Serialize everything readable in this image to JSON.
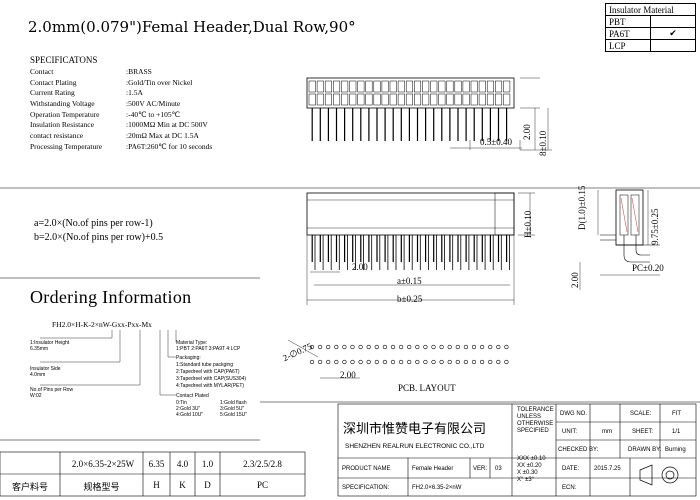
{
  "title": "2.0mm(0.079\")Femal Header,Dual Row,90°",
  "specs": {
    "heading": "SPECIFICATONS",
    "rows": [
      {
        "label": "Contact",
        "value": ":BRASS"
      },
      {
        "label": "Contact Plating",
        "value": ":Gold/Tin over Nickel"
      },
      {
        "label": "Current Rating",
        "value": ":1.5A"
      },
      {
        "label": "Withstanding Voltage",
        "value": ":500V AC/Minute"
      },
      {
        "label": "Operation Temperature",
        "value": ":-40℃ to +105℃"
      },
      {
        "label": "Insulation Resistance",
        "value": ":1000MΩ Min at DC 500V"
      },
      {
        "label": "contact resistance",
        "value": ":20mΩ Max at DC 1.5A"
      },
      {
        "label": "Processing Temperature",
        "value": ":PA6T:260℃ for 10 seconds"
      }
    ]
  },
  "formulas": {
    "a": "a=2.0×(No.of pins per row-1)",
    "b": "b=2.0×(No.of pins per row)+0.5"
  },
  "ordering": {
    "heading": "Ordering Information",
    "code": "FH2.0×H-K-2×nW-Gxx-Pxx-Mx",
    "left_notes": [
      "1:Insulator Height",
      "6.35mm",
      "Insulator Side",
      "4.0mm",
      "No.of Pins per Row",
      "W:02"
    ],
    "material": [
      "Material Type:",
      "1:PBT 2:PA6T 3:PA9T 4:LCP"
    ],
    "packaging": [
      "Packaging:",
      "1:Standard tube packging",
      "2:Tapedreel with CAP(PA6T)",
      "3:Tapedreel with CAP(SUS304)",
      "4:Tapedreel with MYLAR(PET)"
    ],
    "plated_head": "Contact Plated",
    "plated": [
      [
        "0:Tin",
        "1:Gold flash"
      ],
      [
        "2:Gold 3U\"",
        "3:Gold 5U\""
      ],
      [
        "4:Gold 10U\"",
        "5:Gold 15U\""
      ]
    ]
  },
  "insulator": {
    "header": "Insulator Material",
    "rows": [
      "PBT",
      "PA6T",
      "LCP"
    ],
    "check": "✔"
  },
  "dims": {
    "d200a": "2.00",
    "d010": "8±0.10",
    "d540": "0.5±0.40",
    "h010": "H±0.10",
    "d1015": "D(1.0)±0.15",
    "d975": "9.75±0.25",
    "pc": "PC±0.20",
    "d200b": "2.00",
    "d200c": "2.00",
    "a015": "a±0.15",
    "b025": "b±0.25",
    "phi": "2-∅0.75",
    "d200d": "2.00",
    "pcb": "PCB. LAYOUT"
  },
  "part_table": {
    "values": [
      "2.0×6.35-2×25W",
      "6.35",
      "4.0",
      "1.0",
      "2.3/2.5/2.8"
    ],
    "headers": [
      "客户料号",
      "规格型号",
      "H",
      "K",
      "D",
      "PC"
    ]
  },
  "titleblock": {
    "company_cn": "深圳市惟赞电子有限公司",
    "company_en": "SHENZHEN REALRUN ELECTRONIC CO.,LTD",
    "tol_label": [
      "TOLERANCE",
      "UNLESS",
      "OTHERWISE",
      "SPECIFIED"
    ],
    "tolerances": [
      "XXX ±0.10",
      "XX  ±0.20",
      "X   ±0.30",
      "X°  ±3°"
    ],
    "dwg_no": "DWG NO.",
    "scale": "SCALE:",
    "scale_v": "FIT",
    "unit": "UNIT:",
    "unit_v": "mm",
    "sheet": "SHEET:",
    "sheet_v": "1/1",
    "checked": "CHECKED BY:",
    "drawn": "DRAWN BY:",
    "drawn_v": "Burning",
    "date": "DATE:",
    "date_v": "2015.7.25",
    "ecn": "ECN:",
    "product": "PRODUCT NAME",
    "product_v": "Female Header",
    "ver": "VER:",
    "ver_v": "03",
    "spec": "SPECIFICATION:",
    "spec_v": "FH2.0×6.35-2×nW"
  }
}
